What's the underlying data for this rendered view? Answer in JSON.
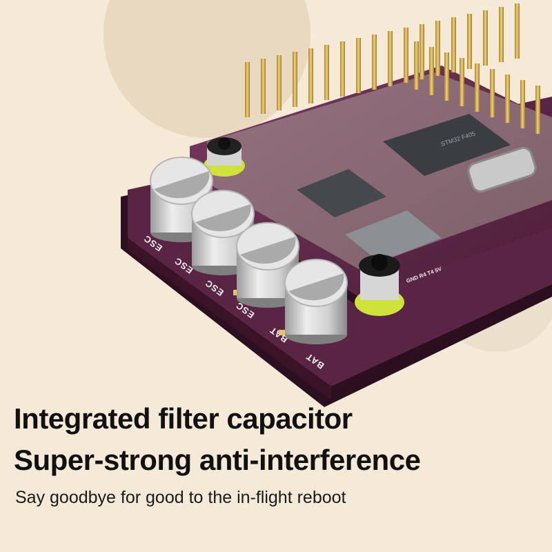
{
  "product": {
    "pad_labels": [
      "ESC",
      "ESC",
      "ESC",
      "ESC",
      "BAT",
      "BAT"
    ],
    "usb_silkscreen": "GND R4 T4 5V",
    "chip_marking": "STM32 F405",
    "colors": {
      "background": "#f5ead8",
      "board": "#5a2545",
      "capacitor": "#dcdcdc",
      "pins": "#d9b14a",
      "spacer": "#cfe23a"
    }
  },
  "text": {
    "headline_1": "Integrated filter capacitor",
    "headline_2": "Super-strong anti-interference",
    "subline": "Say goodbye for good to the in-flight reboot"
  }
}
